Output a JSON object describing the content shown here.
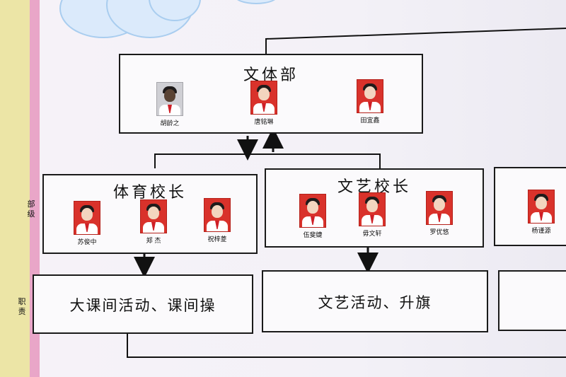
{
  "side_labels": {
    "level": "部级",
    "duty": "职责"
  },
  "departments": {
    "wenti": {
      "title": "文体部",
      "members": [
        "胡龄之",
        "唐铭琳",
        "田宜鑫"
      ]
    },
    "sports": {
      "title": "体育校长",
      "members": [
        "苏俊中",
        "郑 杰",
        "祝梓菱"
      ],
      "duty": "大课间活动、课间操"
    },
    "arts": {
      "title": "文艺校长",
      "members": [
        "伍斐婕",
        "毋文轩",
        "罗优悠"
      ],
      "duty": "文艺活动、升旗"
    },
    "partial": {
      "members": [
        "杨谨源"
      ]
    }
  },
  "colors": {
    "photo_background": "#d9322b",
    "board": "#f3f1f7",
    "pink_edge": "#e9a6c8",
    "cloud": "#dbeafb"
  }
}
